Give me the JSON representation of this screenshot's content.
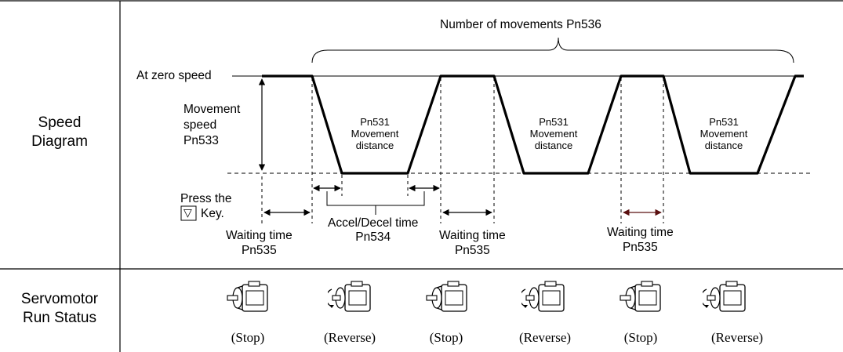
{
  "rows": {
    "speed": {
      "line1": "Speed",
      "line2": "Diagram"
    },
    "status": {
      "line1": "Servomotor",
      "line2": "Run Status"
    }
  },
  "top_label": "Number of movements Pn536",
  "zero_speed": "At zero speed",
  "movement_speed": {
    "line1": "Movement",
    "line2": "speed",
    "line3": "Pn533"
  },
  "movement_distance": [
    {
      "param": "Pn531",
      "line1": "Movement",
      "line2": "distance"
    },
    {
      "param": "Pn531",
      "line1": "Movement",
      "line2": "distance"
    },
    {
      "param": "Pn531",
      "line1": "Movement",
      "line2": "distance"
    }
  ],
  "press_key": {
    "line1": "Press the",
    "key_symbol": "▽",
    "line2": "Key."
  },
  "accel_decel": {
    "line1": "Accel/Decel time",
    "line2": "Pn534"
  },
  "waiting": [
    {
      "line1": "Waiting time",
      "line2": "Pn535"
    },
    {
      "line1": "Waiting time",
      "line2": "Pn535"
    },
    {
      "line1": "Waiting time",
      "line2": "Pn535"
    }
  ],
  "run_status": [
    "(Stop)",
    "(Reverse)",
    "(Stop)",
    "(Reverse)",
    "(Stop)",
    "(Reverse)"
  ],
  "colors": {
    "line": "#000000",
    "arrow_dark_red": "#5a1010"
  }
}
